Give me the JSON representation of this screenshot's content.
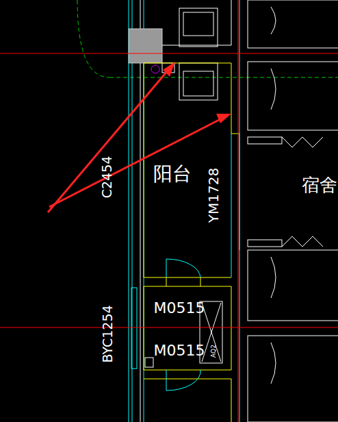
{
  "diagram": {
    "labels": [
      "C2454",
      "阳台",
      "YM1728",
      "宿舍",
      "M0515",
      "M0515",
      "AQ2",
      "BYC1254"
    ]
  }
}
